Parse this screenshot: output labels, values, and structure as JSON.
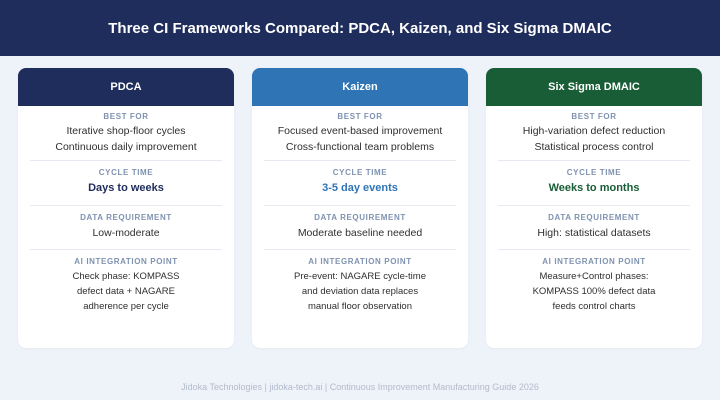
{
  "title": "Three CI Frameworks Compared: PDCA, Kaizen, and Six Sigma DMAIC",
  "labels": {
    "best_for": "BEST FOR",
    "cycle_time": "CYCLE TIME",
    "data_requirement": "DATA REQUIREMENT",
    "ai_integration": "AI INTEGRATION POINT"
  },
  "colors": {
    "header": "#1f2d5c",
    "pdca": "#1f2d5c",
    "kaizen": "#2f74b5",
    "six_sigma": "#185d35"
  },
  "cards": [
    {
      "name": "PDCA",
      "best_for": [
        "Iterative shop-floor cycles",
        "Continuous daily improvement"
      ],
      "cycle_time": "Days to weeks",
      "data_requirement": "Low-moderate",
      "ai_integration": [
        "Check phase: KOMPASS",
        "defect data + NAGARE",
        "adherence per cycle"
      ]
    },
    {
      "name": "Kaizen",
      "best_for": [
        "Focused event-based improvement",
        "Cross-functional team problems"
      ],
      "cycle_time": "3-5 day events",
      "data_requirement": "Moderate baseline needed",
      "ai_integration": [
        "Pre-event: NAGARE cycle-time",
        "and deviation data replaces",
        "manual floor observation"
      ]
    },
    {
      "name": "Six Sigma DMAIC",
      "best_for": [
        "High-variation defect reduction",
        "Statistical process control"
      ],
      "cycle_time": "Weeks to months",
      "data_requirement": "High: statistical datasets",
      "ai_integration": [
        "Measure+Control phases:",
        "KOMPASS 100% defect data",
        "feeds control charts"
      ]
    }
  ],
  "footer": "Jidoka Technologies | jidoka-tech.ai | Continuous Improvement Manufacturing Guide 2026"
}
